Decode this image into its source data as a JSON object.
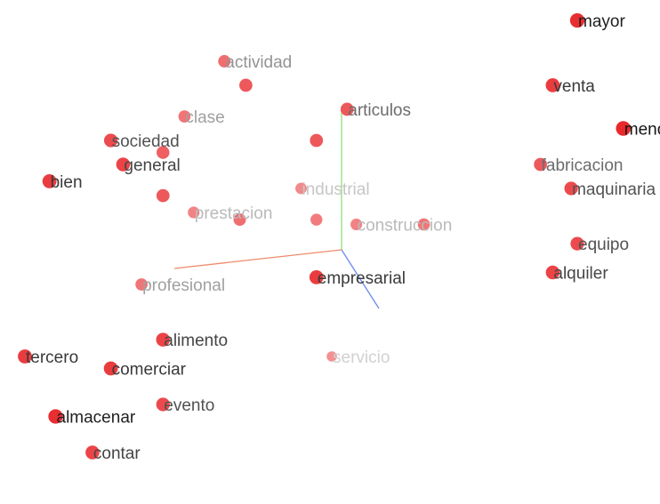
{
  "chart_data": {
    "type": "scatter",
    "title": "",
    "xlabel": "",
    "ylabel": "",
    "grid": false,
    "legend": "none",
    "projection": "3d-perspective",
    "point_color": "#e8282b",
    "axis_colors": {
      "x": "#f08a6a",
      "y": "#8fe07a",
      "z": "#6a8af0"
    },
    "points": [
      {
        "label": "mayor",
        "x": 0.8,
        "y": 0.95,
        "z": 0.25
      },
      {
        "label": "actividad",
        "x": -0.35,
        "y": 0.78,
        "z": -0.2
      },
      {
        "label": "venta",
        "x": 0.72,
        "y": 0.68,
        "z": 0.15
      },
      {
        "label": "clase",
        "x": -0.48,
        "y": 0.55,
        "z": -0.25
      },
      {
        "label": "articulos",
        "x": 0.05,
        "y": 0.58,
        "z": -0.05
      },
      {
        "label": "menor",
        "x": 0.95,
        "y": 0.5,
        "z": 0.3
      },
      {
        "label": "sociedad",
        "x": -0.72,
        "y": 0.45,
        "z": 0.05
      },
      {
        "label": "general",
        "x": -0.68,
        "y": 0.35,
        "z": 0.1
      },
      {
        "label": "fabricacion",
        "x": 0.68,
        "y": 0.35,
        "z": -0.05
      },
      {
        "label": "bien",
        "x": -0.92,
        "y": 0.28,
        "z": 0.15
      },
      {
        "label": "industrial",
        "x": -0.1,
        "y": 0.25,
        "z": -0.4
      },
      {
        "label": "maquinaria",
        "x": 0.78,
        "y": 0.25,
        "z": 0.05
      },
      {
        "label": "prestacion",
        "x": -0.45,
        "y": 0.15,
        "z": -0.35
      },
      {
        "label": "construccion",
        "x": 0.08,
        "y": 0.1,
        "z": -0.35
      },
      {
        "label": "equipo",
        "x": 0.8,
        "y": 0.02,
        "z": 0.05
      },
      {
        "label": "profesional",
        "x": -0.62,
        "y": -0.15,
        "z": -0.25
      },
      {
        "label": "alquiler",
        "x": 0.72,
        "y": -0.1,
        "z": 0.1
      },
      {
        "label": "empresarial",
        "x": -0.05,
        "y": -0.12,
        "z": 0.15
      },
      {
        "label": "alimento",
        "x": -0.55,
        "y": -0.38,
        "z": 0.1
      },
      {
        "label": "tercero",
        "x": -1.0,
        "y": -0.45,
        "z": 0.15
      },
      {
        "label": "servicio",
        "x": 0.0,
        "y": -0.45,
        "z": -0.65
      },
      {
        "label": "comerciar",
        "x": -0.72,
        "y": -0.5,
        "z": 0.15
      },
      {
        "label": "evento",
        "x": -0.55,
        "y": -0.65,
        "z": 0.05
      },
      {
        "label": "almacenar",
        "x": -0.9,
        "y": -0.7,
        "z": 0.25
      },
      {
        "label": "contar",
        "x": -0.78,
        "y": -0.85,
        "z": 0.1
      }
    ],
    "unlabeled_points": [
      {
        "x": -0.28,
        "y": 0.68,
        "z": -0.05
      },
      {
        "x": -0.05,
        "y": 0.45,
        "z": -0.05
      },
      {
        "x": -0.55,
        "y": 0.4,
        "z": -0.1
      },
      {
        "x": -0.55,
        "y": 0.22,
        "z": -0.05
      },
      {
        "x": -0.3,
        "y": 0.12,
        "z": -0.2
      },
      {
        "x": -0.05,
        "y": 0.12,
        "z": -0.3
      },
      {
        "x": 0.3,
        "y": 0.1,
        "z": -0.25
      }
    ]
  }
}
